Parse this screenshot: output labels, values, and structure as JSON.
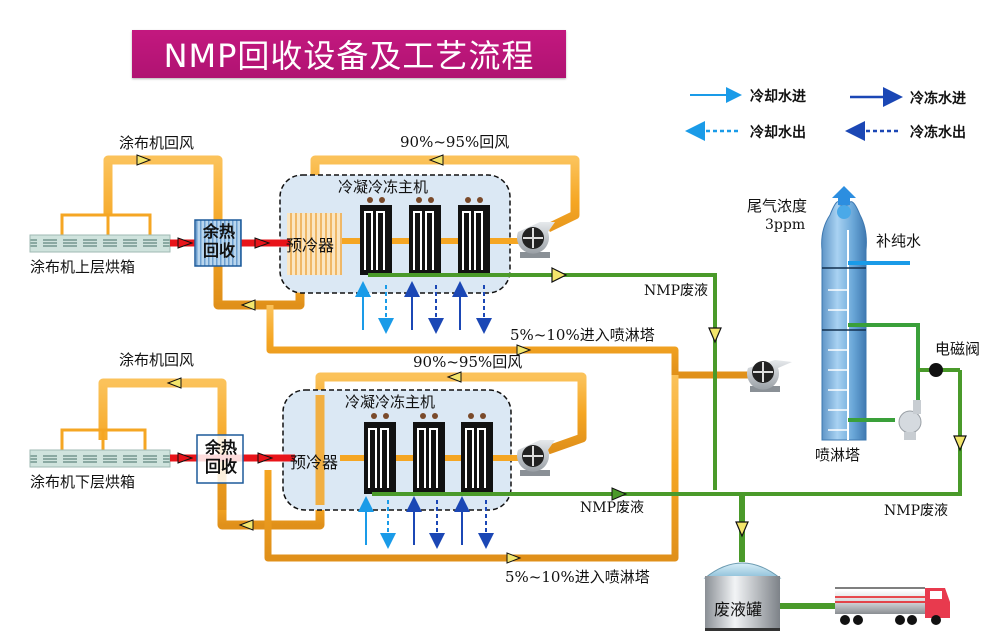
{
  "title": "NMP回收设备及工艺流程",
  "legend": {
    "cooling_water_in": "冷却水进",
    "chilled_water_in": "冷冻水进",
    "cooling_water_out": "冷却水出",
    "chilled_water_out": "冷冻水出"
  },
  "colors": {
    "title_bg": "#b8157a",
    "air_pipe": "#f5a623",
    "hot_air": "#e8141a",
    "waste_liquid": "#4a9a2a",
    "cooling_water": "#1a9be8",
    "chilled_water": "#1b47b5",
    "make_up_water": "#1a9be8"
  },
  "upper_line": {
    "return_air_label": "涂布机回风",
    "oven_label": "涂布机上层烘箱",
    "heat_recovery_label_1": "余热",
    "heat_recovery_label_2": "回收",
    "precooler_label": "预冷器",
    "chiller_label": "冷凝冷冻主机",
    "recirc_label": "90%~95%回风",
    "to_tower_label": "5%~10%进入喷淋塔",
    "waste_label": "NMP废液"
  },
  "lower_line": {
    "return_air_label": "涂布机回风",
    "oven_label": "涂布机下层烘箱",
    "heat_recovery_label_1": "余热",
    "heat_recovery_label_2": "回收",
    "precooler_label": "预冷器",
    "chiller_label": "冷凝冷冻主机",
    "recirc_label": "90%~95%回风",
    "to_tower_label": "5%~10%进入喷淋塔",
    "waste_label": "NMP废液"
  },
  "tower": {
    "label": "喷淋塔",
    "exhaust_label": "尾气浓度",
    "exhaust_value": "3ppm",
    "makeup_water_label": "补纯水",
    "valve_label": "电磁阀",
    "waste_label": "NMP废液"
  },
  "tank": {
    "label": "废液罐"
  }
}
